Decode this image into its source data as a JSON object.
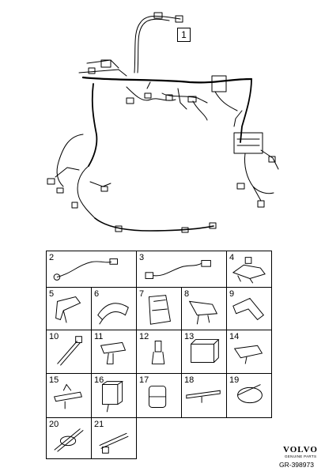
{
  "diagram": {
    "main_callout": "1",
    "parts": [
      {
        "number": "2"
      },
      {
        "number": "3"
      },
      {
        "number": "4"
      },
      {
        "number": "5"
      },
      {
        "number": "6"
      },
      {
        "number": "7"
      },
      {
        "number": "8"
      },
      {
        "number": "9"
      },
      {
        "number": "10"
      },
      {
        "number": "11"
      },
      {
        "number": "12"
      },
      {
        "number": "13"
      },
      {
        "number": "14"
      },
      {
        "number": "15"
      },
      {
        "number": "16"
      },
      {
        "number": "17"
      },
      {
        "number": "18"
      },
      {
        "number": "19"
      },
      {
        "number": "20"
      },
      {
        "number": "21"
      }
    ]
  },
  "branding": {
    "logo_text": "VOLVO",
    "logo_subtext": "GENUINE PARTS",
    "reference_code": "GR-398973"
  }
}
